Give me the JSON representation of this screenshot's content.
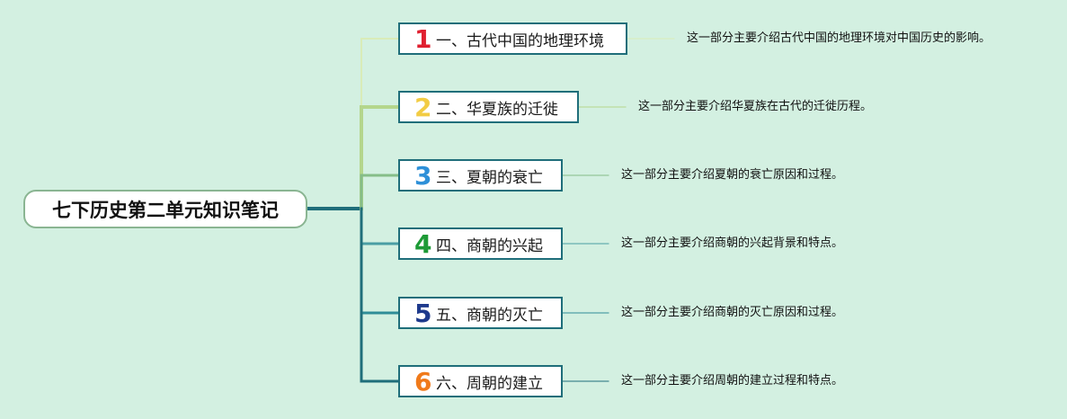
{
  "root": {
    "title": "七下历史第二单元知识笔记"
  },
  "branches": [
    {
      "num": "1",
      "label": "一、古代中国的地理环境",
      "desc": "这一部分主要介绍古代中国的地理环境对中国历史的影响。",
      "num_color": "#e02030",
      "line_color": "#d9ecb8"
    },
    {
      "num": "2",
      "label": "二、华夏族的迁徙",
      "desc": "这一部分主要介绍华夏族在古代的迁徙历程。",
      "num_color": "#f2cc44",
      "line_color": "#b4d68c"
    },
    {
      "num": "3",
      "label": "三、夏朝的衰亡",
      "desc": "这一部分主要介绍夏朝的衰亡原因和过程。",
      "num_color": "#2e90d8",
      "line_color": "#85bd88"
    },
    {
      "num": "4",
      "label": "四、商朝的兴起",
      "desc": "这一部分主要介绍商朝的兴起背景和特点。",
      "num_color": "#1d9a36",
      "line_color": "#4a9ea4"
    },
    {
      "num": "5",
      "label": "五、商朝的灭亡",
      "desc": "这一部分主要介绍商朝的灭亡原因和过程。",
      "num_color": "#1e3a8c",
      "line_color": "#2f8d98"
    },
    {
      "num": "6",
      "label": "六、周朝的建立",
      "desc": "这一部分主要介绍周朝的建立过程和特点。",
      "num_color": "#f07a1a",
      "line_color": "#1f6e7a"
    }
  ]
}
